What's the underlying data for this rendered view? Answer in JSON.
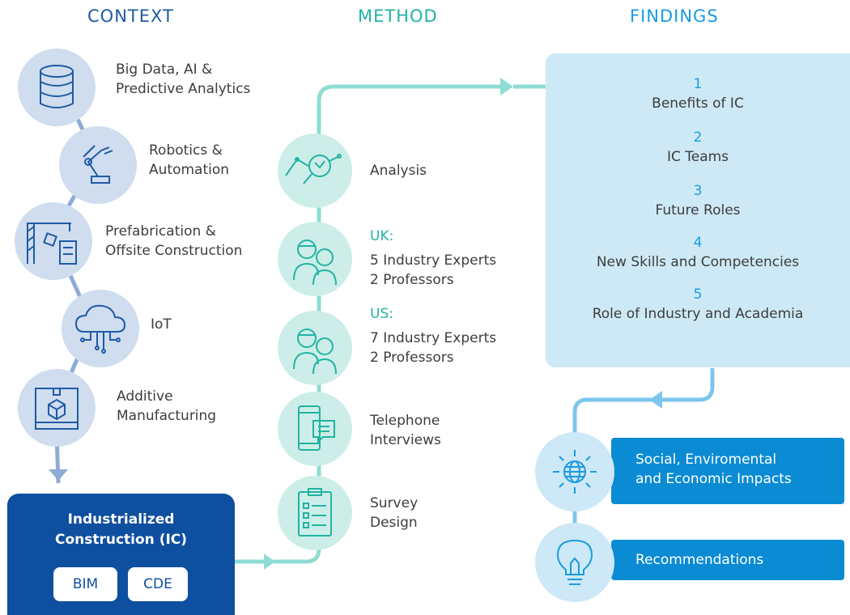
{
  "headers": {
    "context": {
      "label": "CONTEXT",
      "color": "#1f5aa6"
    },
    "method": {
      "label": "METHOD",
      "color": "#22b3a4"
    },
    "findings": {
      "label": "FINDINGS",
      "color": "#1a9be0"
    }
  },
  "context": {
    "items": [
      {
        "label_line1": "Big Data, AI &",
        "label_line2": "Predictive Analytics",
        "icon": "database-icon"
      },
      {
        "label_line1": "Robotics &",
        "label_line2": "Automation",
        "icon": "robot-arm-icon"
      },
      {
        "label_line1": "Prefabrication &",
        "label_line2": "Offsite Construction",
        "icon": "crane-building-icon"
      },
      {
        "label_line1": "IoT",
        "label_line2": "",
        "icon": "cloud-network-icon"
      },
      {
        "label_line1": "Additive",
        "label_line2": "Manufacturing",
        "icon": "3d-printer-icon"
      }
    ],
    "ic_box": {
      "title_line1": "Industrialized",
      "title_line2": "Construction (IC)",
      "buttons": [
        "BIM",
        "CDE"
      ]
    }
  },
  "method": {
    "items": [
      {
        "label_line1": "Analysis",
        "label_line2": "",
        "icon": "analysis-chart-icon"
      },
      {
        "heading": "UK:",
        "label_line1": "5 Industry Experts",
        "label_line2": "2 Professors",
        "icon": "people-icon"
      },
      {
        "heading": "US:",
        "label_line1": "7 Industry Experts",
        "label_line2": "2 Professors",
        "icon": "people-icon"
      },
      {
        "label_line1": "Telephone",
        "label_line2": "Interviews",
        "icon": "phone-chat-icon"
      },
      {
        "label_line1": "Survey",
        "label_line2": "Design",
        "icon": "clipboard-checklist-icon"
      }
    ]
  },
  "findings": {
    "items": [
      {
        "number": "1",
        "text": "Benefits of IC"
      },
      {
        "number": "2",
        "text": "IC Teams"
      },
      {
        "number": "3",
        "text": "Future Roles"
      },
      {
        "number": "4",
        "text": "New Skills and Competencies"
      },
      {
        "number": "5",
        "text": "Role of Industry and Academia"
      }
    ],
    "impacts": {
      "line1": "Social, Enviromental",
      "line2": "and Economic Impacts",
      "icon": "globe-sun-icon"
    },
    "recommendations": {
      "label": "Recommendations",
      "icon": "lightbulb-icon"
    }
  },
  "colors": {
    "context_line": "#8eabd4",
    "method_line": "#8fdcd3",
    "findings_line": "#7cc6ee",
    "ic_box": "#0e4fa0",
    "bar_blue": "#0b8bd4"
  }
}
